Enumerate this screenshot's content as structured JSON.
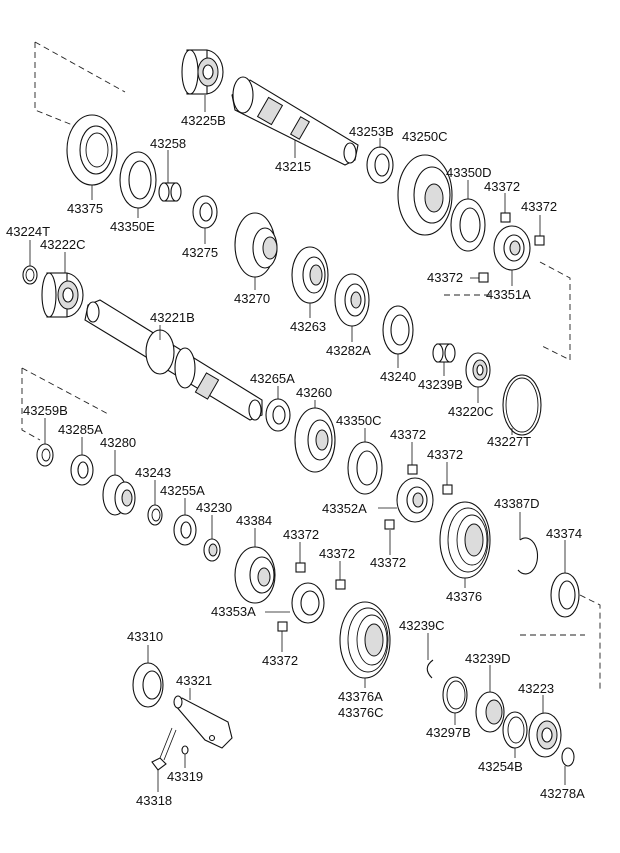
{
  "labels": {
    "p43225B": "43225B",
    "p43215": "43215",
    "p43253B": "43253B",
    "p43250C": "43250C",
    "p43375": "43375",
    "p43258": "43258",
    "p43350E": "43350E",
    "p43275": "43275",
    "p43350D": "43350D",
    "p43372a": "43372",
    "p43372b": "43372",
    "p43372c": "43372",
    "p43351A": "43351A",
    "p43224T": "43224T",
    "p43222C": "43222C",
    "p43270": "43270",
    "p43263": "43263",
    "p43282A": "43282A",
    "p43221B": "43221B",
    "p43240": "43240",
    "p43239B": "43239B",
    "p43220C": "43220C",
    "p43227T": "43227T",
    "p43265A": "43265A",
    "p43260": "43260",
    "p43350C": "43350C",
    "p43259B": "43259B",
    "p43285A": "43285A",
    "p43280": "43280",
    "p43243": "43243",
    "p43255A": "43255A",
    "p43230": "43230",
    "p43372d": "43372",
    "p43372e": "43372",
    "p43352A": "43352A",
    "p43384": "43384",
    "p43387D": "43387D",
    "p43372f": "43372",
    "p43372g": "43372",
    "p43372h": "43372",
    "p43374": "43374",
    "p43376": "43376",
    "p43353A": "43353A",
    "p43372i": "43372",
    "p43239C": "43239C",
    "p43310": "43310",
    "p43321": "43321",
    "p43239D": "43239D",
    "p43223": "43223",
    "p43376A": "43376A",
    "p43376C": "43376C",
    "p43297B": "43297B",
    "p43319": "43319",
    "p43254B": "43254B",
    "p43318": "43318",
    "p43278A": "43278A"
  }
}
